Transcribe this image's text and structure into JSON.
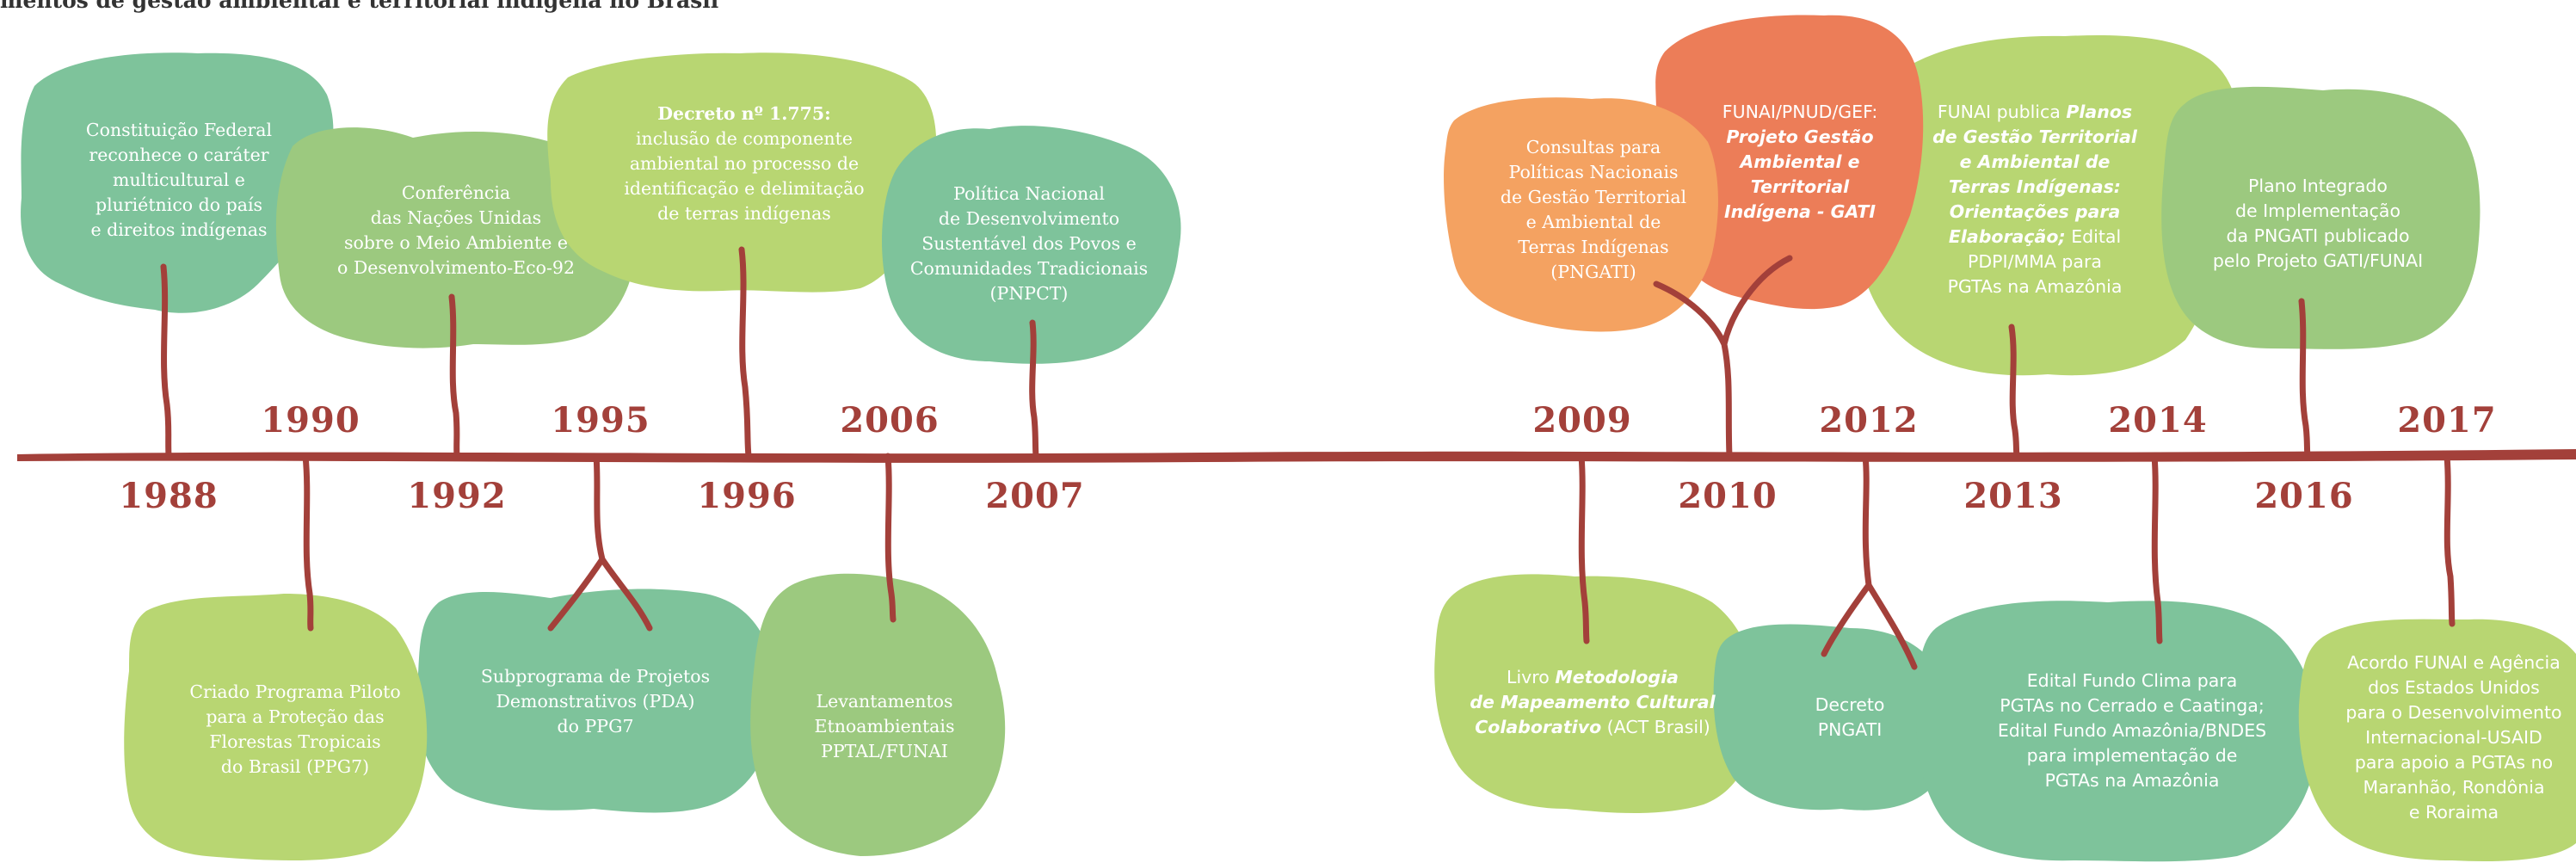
{
  "title": "mentos de gestão ambiental e territorial indígena no Brasil",
  "colors": {
    "line": "#a3403a",
    "green_dark": "#7ec39b",
    "green_light": "#b8d672",
    "green_mid": "#9cc97f",
    "orange": "#f4a261",
    "coral": "#ec7d58"
  },
  "years": {
    "y1988": "1988",
    "y1990": "1990",
    "y1992": "1992",
    "y1995": "1995",
    "y1996": "1996",
    "y2006": "2006",
    "y2007": "2007",
    "y2009": "2009",
    "y2010": "2010",
    "y2012": "2012",
    "y2013": "2013",
    "y2014": "2014",
    "y2016": "2016",
    "y2017": "2017"
  },
  "events": {
    "e1988": {
      "l1": "Constituição Federal",
      "l2": "reconhece o caráter",
      "l3": "multicultural e",
      "l4": "pluriétnico do país",
      "l5": "e direitos indígenas"
    },
    "e1992": {
      "l1": "Conferência",
      "l2": "das Nações Unidas",
      "l3": "sobre o Meio Ambiente e",
      "l4": "o Desenvolvimento-Eco-92"
    },
    "e1996": {
      "l1": "Decreto nº 1.775:",
      "l2": "inclusão de componente",
      "l3": "ambiental no processo de",
      "l4": "identificação e delimitação",
      "l5": "de terras indígenas"
    },
    "e2007": {
      "l1": "Política Nacional",
      "l2": "de Desenvolvimento",
      "l3": "Sustentável dos Povos e",
      "l4": "Comunidades Tradicionais",
      "l5": "(PNPCT)"
    },
    "e1990": {
      "l1": "Criado Programa Piloto",
      "l2": "para a Proteção das",
      "l3": "Florestas Tropicais",
      "l4": "do Brasil (PPG7)"
    },
    "e1995": {
      "l1": "Subprograma de Projetos",
      "l2": "Demonstrativos (PDA)",
      "l3": "do PPG7"
    },
    "e2006": {
      "l1": "Levantamentos",
      "l2": "Etnoambientais",
      "l3": "PPTAL/FUNAI"
    },
    "e2010a": {
      "l1": "Consultas para",
      "l2": "Políticas Nacionais",
      "l3": "de Gestão Territorial",
      "l4": "e Ambiental de",
      "l5": "Terras Indígenas",
      "l6": "(PNGATI)"
    },
    "e2010b": {
      "l1": "FUNAI/PNUD/GEF:",
      "l2": "Projeto Gestão",
      "l3": "Ambiental e",
      "l4": "Territorial",
      "l5": "Indígena - GATI"
    },
    "e2013": {
      "l1a": "FUNAI publica ",
      "l1b": "Planos",
      "l2": "de Gestão Territorial",
      "l3": "e Ambiental de",
      "l4": "Terras Indígenas:",
      "l5": "Orientações para",
      "l6a": "Elaboração;",
      "l6b": " Edital",
      "l7": "PDPI/MMA para",
      "l8": "PGTAs na Amazônia"
    },
    "e2016": {
      "l1": "Plano Integrado",
      "l2": "de Implementação",
      "l3": "da PNGATI publicado",
      "l4": "pelo Projeto GATI/FUNAI"
    },
    "e2009": {
      "l1a": "Livro ",
      "l1b": "Metodologia",
      "l2": "de Mapeamento Cultural",
      "l3a": "Colaborativo",
      "l3b": " (ACT Brasil)"
    },
    "e2012": {
      "l1": "Decreto",
      "l2": "PNGATI"
    },
    "e2014": {
      "l1": "Edital Fundo Clima para",
      "l2": "PGTAs no Cerrado e Caatinga;",
      "l3": "Edital Fundo Amazônia/BNDES",
      "l4": "para implementação de",
      "l5": "PGTAs na Amazônia"
    },
    "e2017": {
      "l1": "Acordo FUNAI e Agência",
      "l2": "dos Estados Unidos",
      "l3": "para o Desenvolvimento",
      "l4": "Internacional-USAID",
      "l5": "para apoio a PGTAs no",
      "l6": "Maranhão, Rondônia",
      "l7": "e Roraima"
    }
  }
}
